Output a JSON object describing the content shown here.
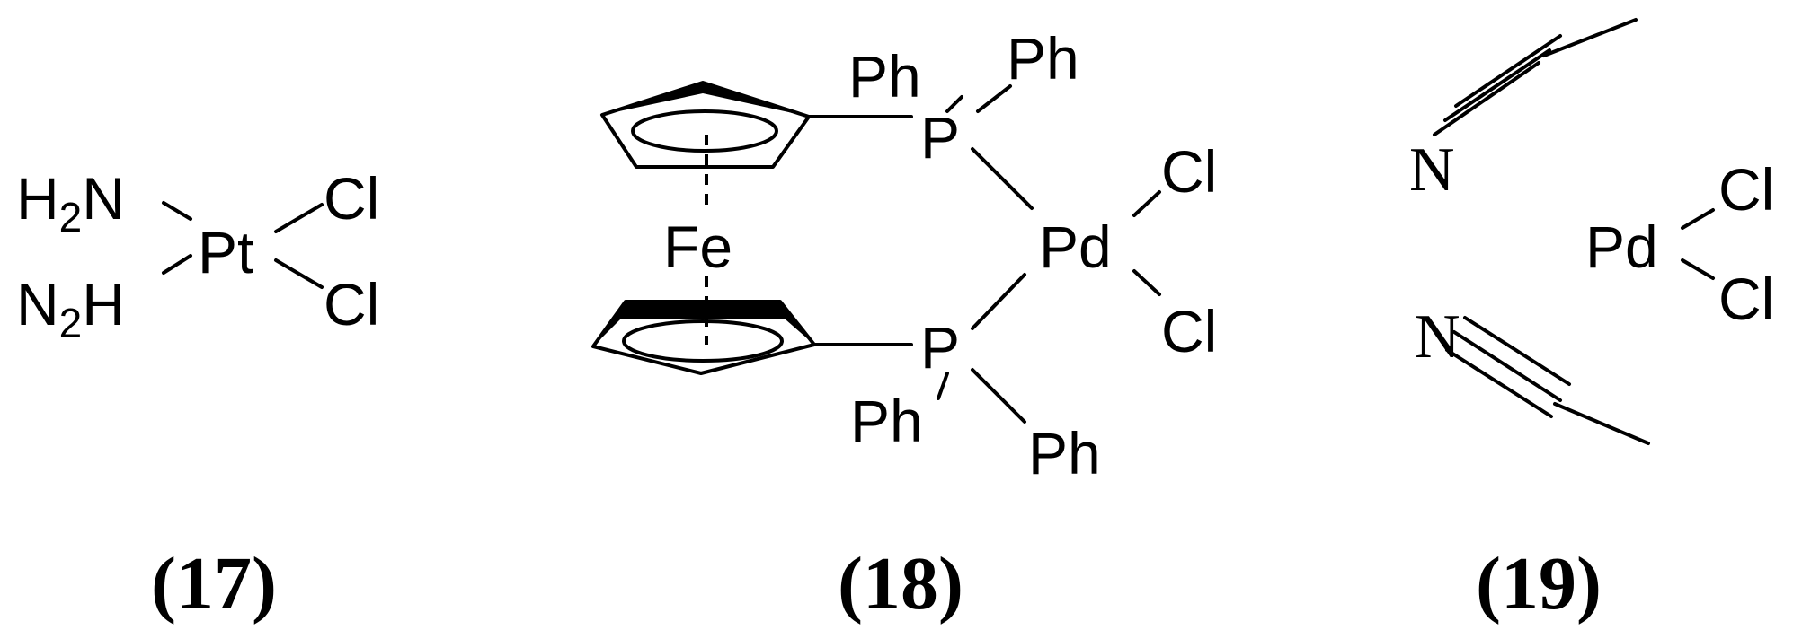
{
  "compound17": {
    "h2n": "H2N",
    "n2h": "N2H",
    "metal": "Pt",
    "cl_top": "Cl",
    "cl_bottom": "Cl",
    "label": "(17)"
  },
  "compound18": {
    "iron": "Fe",
    "p_top": "P",
    "p_bottom": "P",
    "ph_top_left": "Ph",
    "ph_top_right": "Ph",
    "ph_bottom_left": "Ph",
    "ph_bottom_right": "Ph",
    "metal": "Pd",
    "cl_top": "Cl",
    "cl_bottom": "Cl",
    "label": "(18)"
  },
  "compound19": {
    "n_top": "N",
    "n_bottom": "N",
    "metal": "Pd",
    "cl_top": "Cl",
    "cl_bottom": "Cl",
    "label": "(19)"
  }
}
